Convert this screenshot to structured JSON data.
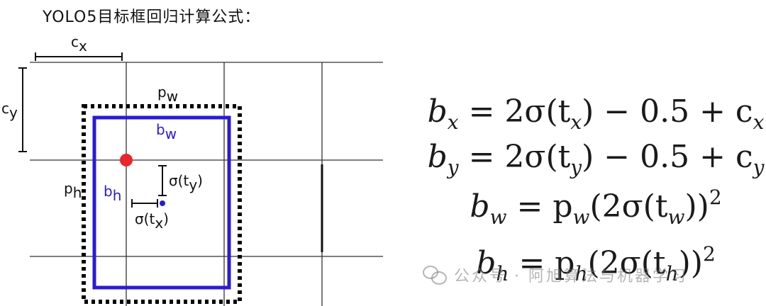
{
  "title": "YOLO5目标框回归计算公式：",
  "labels": {
    "cx": "c",
    "cx_sub": "x",
    "cy": "c",
    "cy_sub": "y",
    "pw": "p",
    "pw_sub": "w",
    "ph": "p",
    "ph_sub": "h",
    "bw": "b",
    "bw_sub": "w",
    "bh": "b",
    "bh_sub": "h",
    "sig_ty": "σ(t",
    "sig_ty_sub": "y",
    "sig_ty_close": ")",
    "sig_tx": "σ(t",
    "sig_tx_sub": "x",
    "sig_tx_close": ")"
  },
  "formulas": {
    "f1": "= 2σ(t",
    "f1_end": ") − 0.5 + c",
    "f2": "= 2σ(t",
    "f2_end": ") − 0.5 + c",
    "f3": "= p",
    "f3_mid": "(2σ(t",
    "f3_end": "))",
    "f4": "= p",
    "f4_mid": "(2σ(t",
    "f4_end": "))",
    "exp": "2"
  },
  "watermark": "公众号 · 阿旭算法与机器学习",
  "colors": {
    "box_blue": "#2a1bd6",
    "anchor_dot": "#e8262b",
    "grid": "#333333"
  }
}
